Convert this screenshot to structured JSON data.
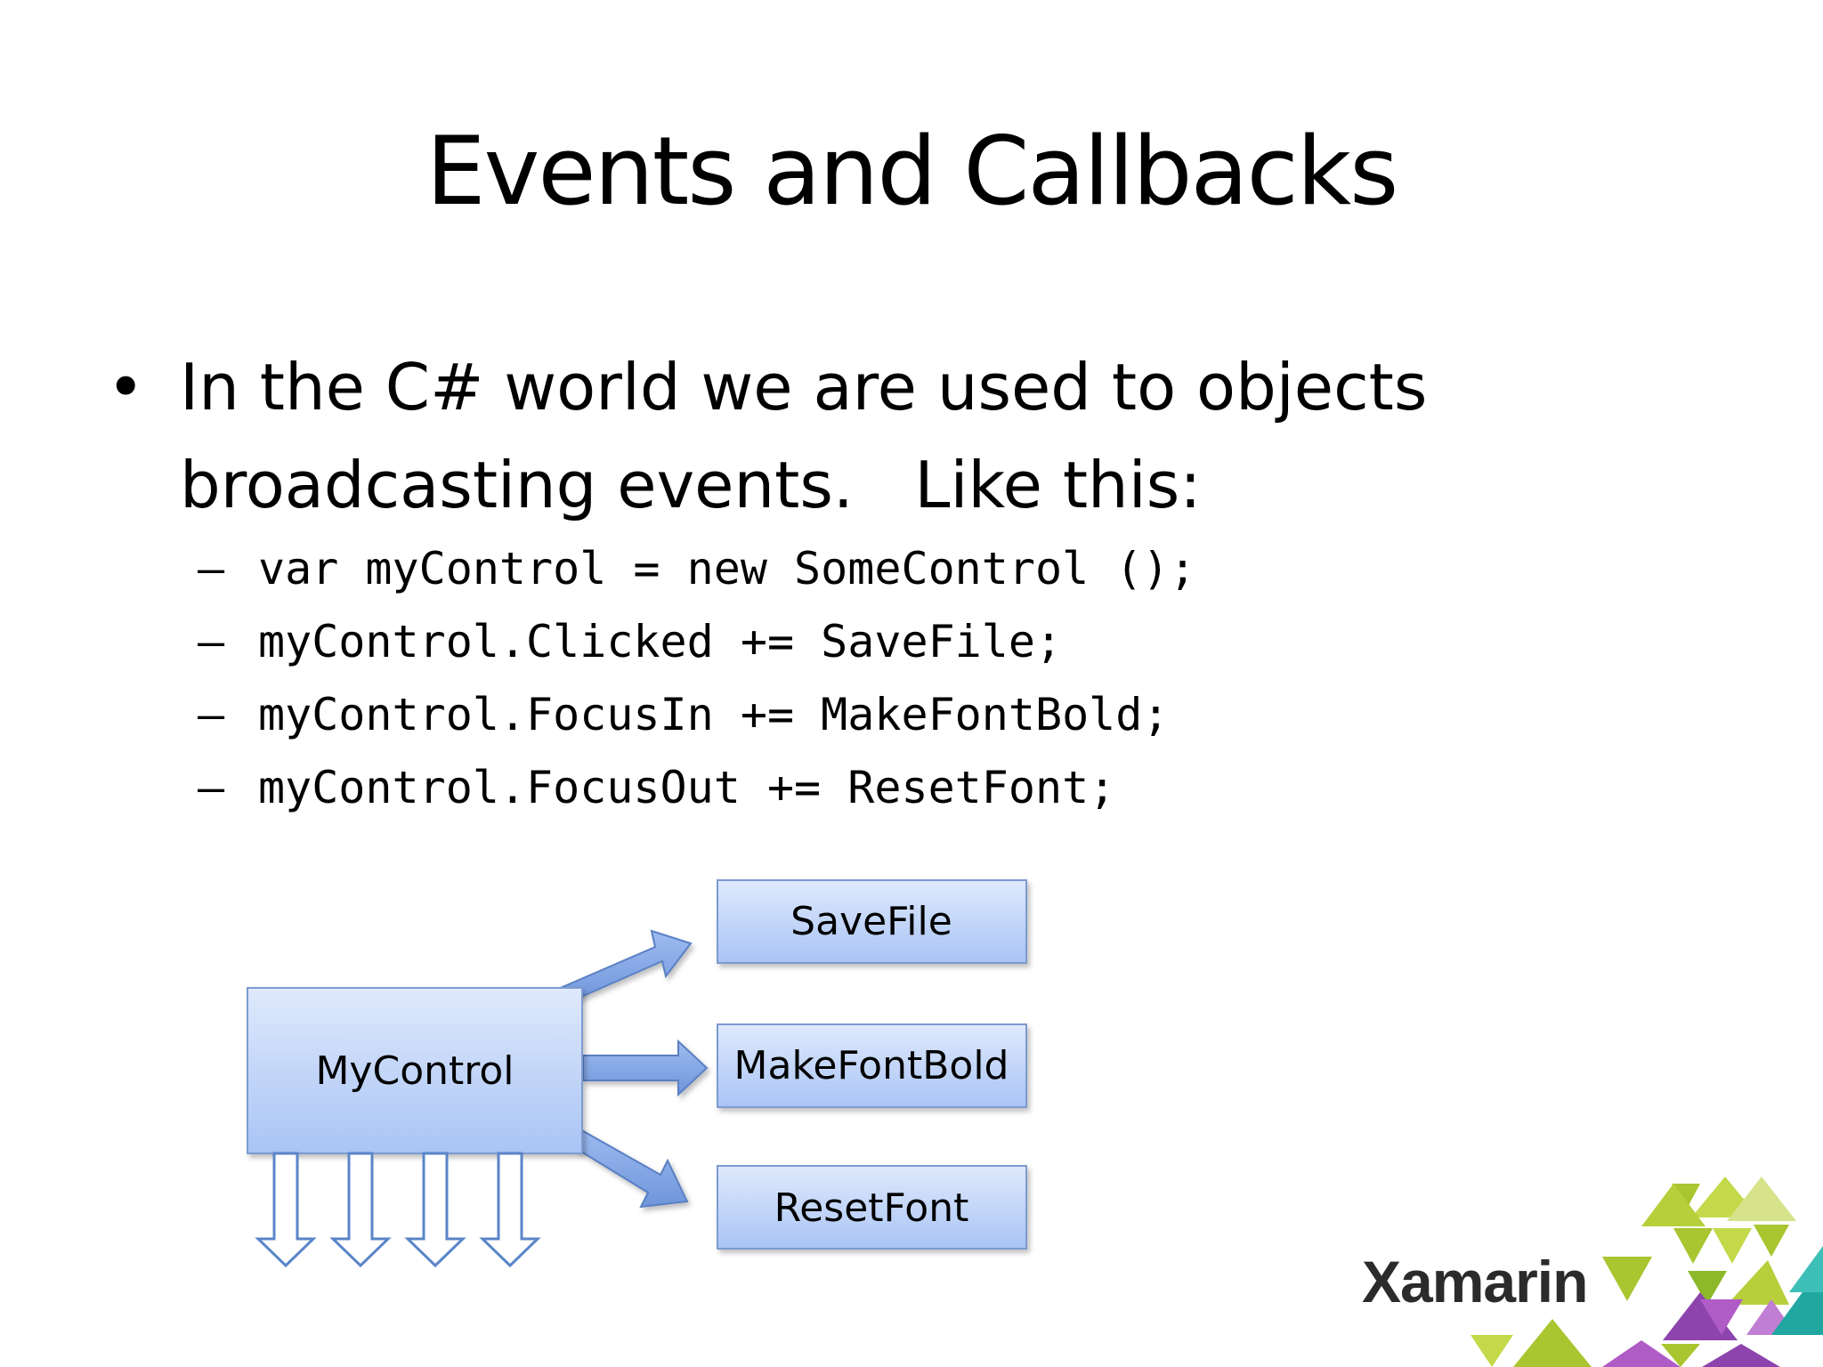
{
  "slide": {
    "title": "Events and Callbacks",
    "bullet": {
      "symbol": "•",
      "line1": "In the C# world we are used to objects",
      "line2": "broadcasting events.   Like this:"
    },
    "code_lines": [
      {
        "dash": "–",
        "text": "var myControl = new SomeControl ();"
      },
      {
        "dash": "–",
        "text": "myControl.Clicked += SaveFile;"
      },
      {
        "dash": "–",
        "text": "myControl.FocusIn += MakeFontBold;"
      },
      {
        "dash": "–",
        "text": "myControl.FocusOut += ResetFont;"
      }
    ]
  },
  "diagram": {
    "source_box": "MyControl",
    "target_boxes": [
      "SaveFile",
      "MakeFontBold",
      "ResetFont"
    ],
    "colors": {
      "box_fill_top": "#dfe9fc",
      "box_fill_bottom": "#a9c4f5",
      "box_stroke": "#7b9bd0",
      "arrow_fill": "#7fa3e2",
      "arrow_stroke": "#5a80c4",
      "down_arrow_stroke": "#5a85c8"
    }
  },
  "logo": {
    "text": "Xamarin",
    "colors": [
      "#a9c52f",
      "#c4d94a",
      "#8e44ad",
      "#b05cc6",
      "#1fa7a0",
      "#d7e38a"
    ]
  }
}
